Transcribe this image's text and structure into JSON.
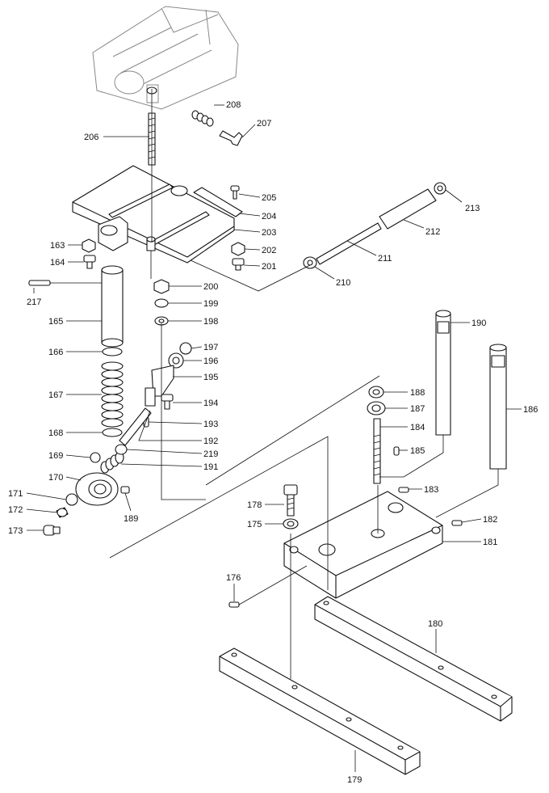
{
  "diagram_title": "Exploded parts view - drill press stand, table and vise",
  "parts": {
    "p163": "163",
    "p164": "164",
    "p165": "165",
    "p166": "166",
    "p167": "167",
    "p168": "168",
    "p169": "169",
    "p170": "170",
    "p171": "171",
    "p172": "172",
    "p173": "173",
    "p175": "175",
    "p176": "176",
    "p178": "178",
    "p179": "179",
    "p180": "180",
    "p181": "181",
    "p182": "182",
    "p183": "183",
    "p184": "184",
    "p185": "185",
    "p186": "186",
    "p187": "187",
    "p188": "188",
    "p189": "189",
    "p190": "190",
    "p191": "191",
    "p192": "192",
    "p193": "193",
    "p194": "194",
    "p195": "195",
    "p196": "196",
    "p197": "197",
    "p198": "198",
    "p199": "199",
    "p200": "200",
    "p201": "201",
    "p202": "202",
    "p203": "203",
    "p204": "204",
    "p205": "205",
    "p206": "206",
    "p207": "207",
    "p208": "208",
    "p210": "210",
    "p211": "211",
    "p212": "212",
    "p213": "213",
    "p217": "217",
    "p219": "219"
  }
}
